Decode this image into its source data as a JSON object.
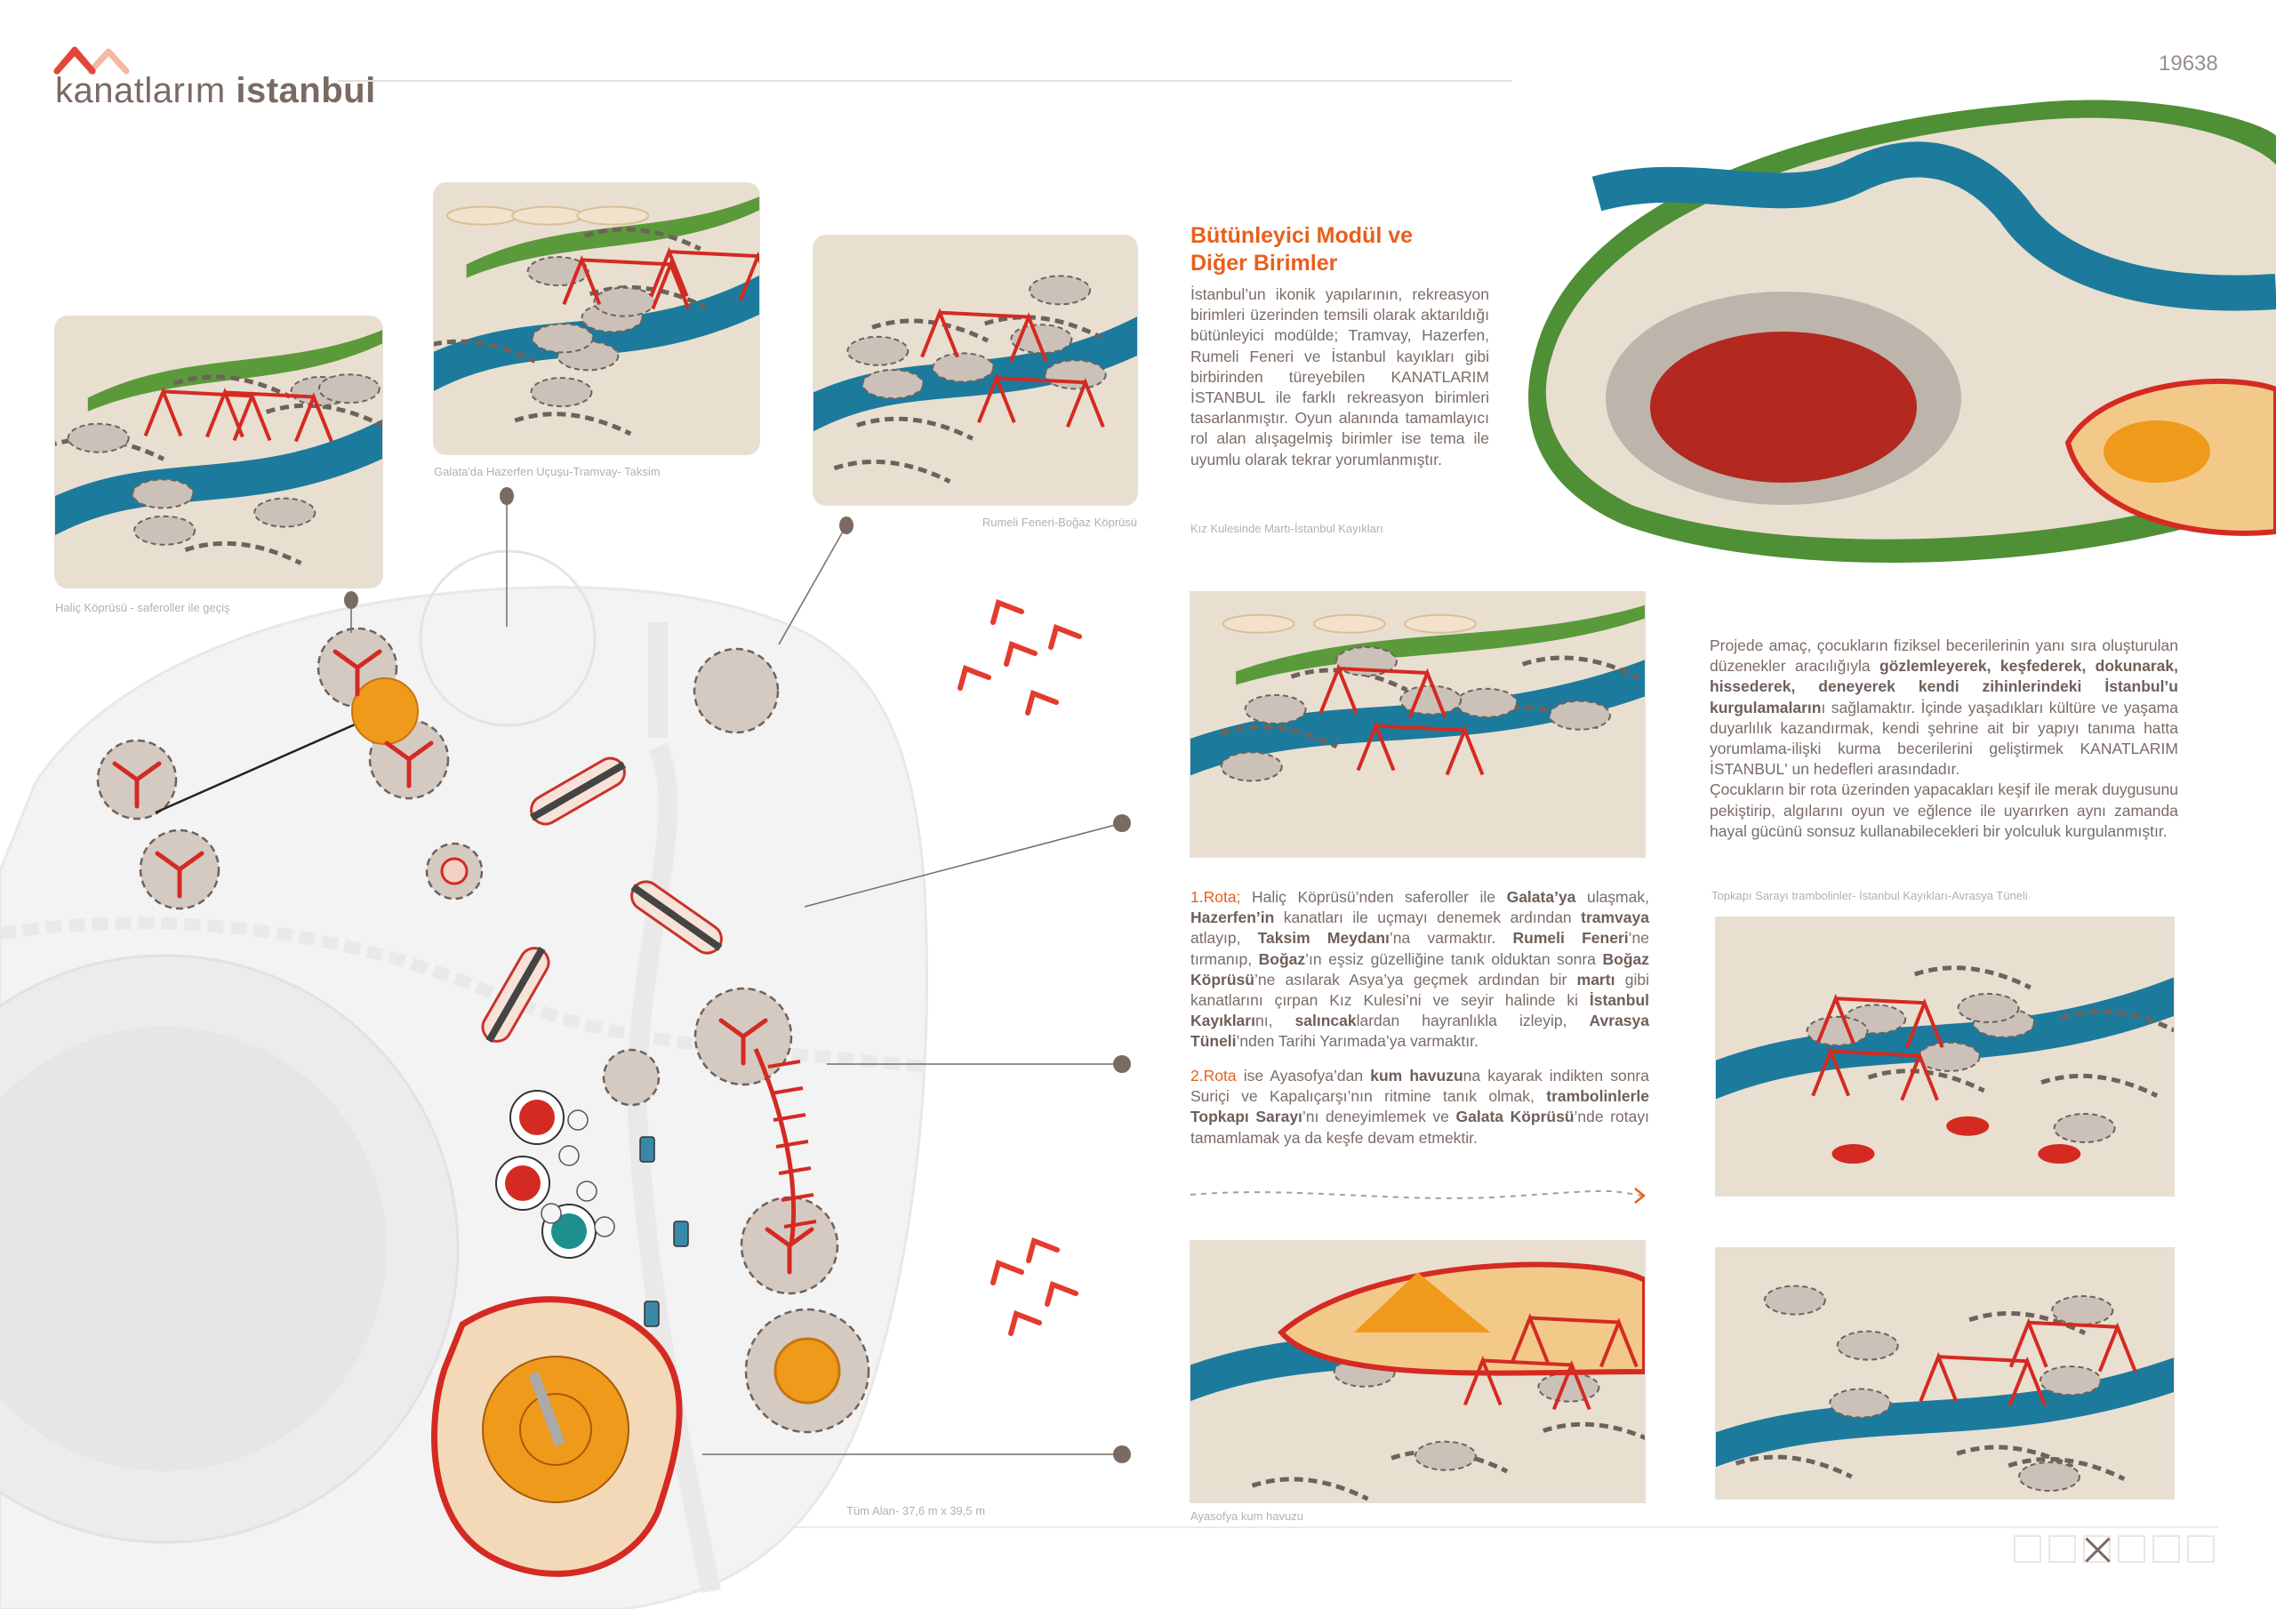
{
  "brand": {
    "name_light": "kanatlarım",
    "name_bold": "istanbul",
    "colors": {
      "red": "#e3463a",
      "pink": "#f4b8a6",
      "text": "#7a6a63"
    }
  },
  "sheet_number": "19638",
  "captions": {
    "halic": "Haliç Köprüsü - saferoller ile geçiş",
    "galata": "Galata'da Hazerfen Uçuşu-Tramvay- Taksim",
    "rumeli": "Rumeli Feneri-Boğaz Köprüsü",
    "kiz_kulesi": "Kız Kulesinde Martı-İstanbul Kayıkları",
    "topkapi": "Topkapı Sarayı trambolinler- İstanbul Kayıkları-Avrasya Tüneli",
    "ayasofya": "Ayasofya kum havuzu",
    "area": "Tüm Alan- 37,6 m x 39,5 m"
  },
  "section": {
    "title_line1": "Bütünleyici Modül ve",
    "title_line2": "Diğer Birimler",
    "intro": [
      {
        "t": "İstanbul’un ikonik yapılarının, rekreasyon birimleri üzerinden temsili olarak aktarıldığı bütünleyici modülde; Tramvay, Hazerfen, Rumeli Feneri ve İstanbul kayıkları gibi birbirinden türeyebilen KANATLARIM İSTANBUL ile farklı rekreasyon birimleri tasarlanmıştır. Oyun alanında tamamlayıcı rol alan alışagelmiş birimler ise tema ile uyumlu olarak tekrar yorumlanmıştır."
      }
    ]
  },
  "purpose": [
    {
      "t": "Projede amaç, çocukların fiziksel becerilerinin yanı sıra oluşturulan düzenekler aracılığıyla "
    },
    {
      "t": "gözlemleyerek, keşfederek, dokunarak, hissederek, deneyerek kendi zihinlerindeki İstanbul’u kurgulamaların",
      "b": true
    },
    {
      "t": "ı sağlamaktır. İçinde yaşadıkları kültüre ve yaşama duyarlılık kazandırmak, kendi şehrine ait bir yapıyı tanıma hatta yorumlama-ilişki kurma becerilerini geliştirmek KANATLARIM İSTANBUL' un hedefleri arasındadır."
    },
    {
      "br": true
    },
    {
      "t": "Çocukların bir rota üzerinden yapacakları keşif ile merak duygusunu pekiştirip, algılarını oyun ve eğlence ile uyarırken aynı zamanda hayal gücünü sonsuz kullanabilecekleri bir yolculuk kurgulanmıştır."
    }
  ],
  "route1": [
    {
      "t": "1.Rota;",
      "hl": true
    },
    {
      "t": " Haliç Köprüsü’nden saferoller ile "
    },
    {
      "t": "Galata’ya",
      "b": true
    },
    {
      "t": " ulaşmak, "
    },
    {
      "t": "Hazerfen’in",
      "b": true
    },
    {
      "t": " kanatları ile uçmayı denemek ardından "
    },
    {
      "t": "tramvaya",
      "b": true
    },
    {
      "t": " atlayıp, "
    },
    {
      "t": "Taksim Meydanı",
      "b": true
    },
    {
      "t": "’na varmaktır. "
    },
    {
      "t": "Rumeli Feneri",
      "b": true
    },
    {
      "t": "’ne tırmanıp, "
    },
    {
      "t": "Boğaz",
      "b": true
    },
    {
      "t": "’ın eşsiz güzelliğine tanık olduktan sonra "
    },
    {
      "t": "Boğaz Köprüsü",
      "b": true
    },
    {
      "t": "’ne asılarak Asya’ya geçmek ardından bir "
    },
    {
      "t": "martı",
      "b": true
    },
    {
      "t": " gibi kanatlarını çırpan Kız Kulesi’ni ve seyir halinde ki "
    },
    {
      "t": "İstanbul Kayıkları",
      "b": true
    },
    {
      "t": "nı, "
    },
    {
      "t": "salıncak",
      "b": true
    },
    {
      "t": "lardan hayranlıkla izleyip, "
    },
    {
      "t": "Avrasya Tüneli",
      "b": true
    },
    {
      "t": "’nden Tarihi Yarımada’ya varmaktır."
    }
  ],
  "route2": [
    {
      "t": "2.Rota",
      "hl": true
    },
    {
      "t": " ise Ayasofya’dan "
    },
    {
      "t": "kum havuzu",
      "b": true
    },
    {
      "t": "na kayarak indikten sonra Suriçi ve Kapalıçarşı’nın ritmine tanık olmak, "
    },
    {
      "t": "trambolinlerle Topkapı Sarayı",
      "b": true
    },
    {
      "t": "’nı deneyimlemek ve "
    },
    {
      "t": "Galata Köprüsü",
      "b": true
    },
    {
      "t": "’nde rotayı tamamlamak ya da keşfe devam etmektir."
    }
  ],
  "checkboxes": [
    false,
    false,
    true,
    false,
    false,
    false
  ],
  "colors": {
    "orange": "#e8601c",
    "sea": "#1c7b9c",
    "sand": "#e9dfd0",
    "grass": "#5b9a3b",
    "play_red": "#d42a22",
    "sand_orange": "#f09a1b"
  }
}
